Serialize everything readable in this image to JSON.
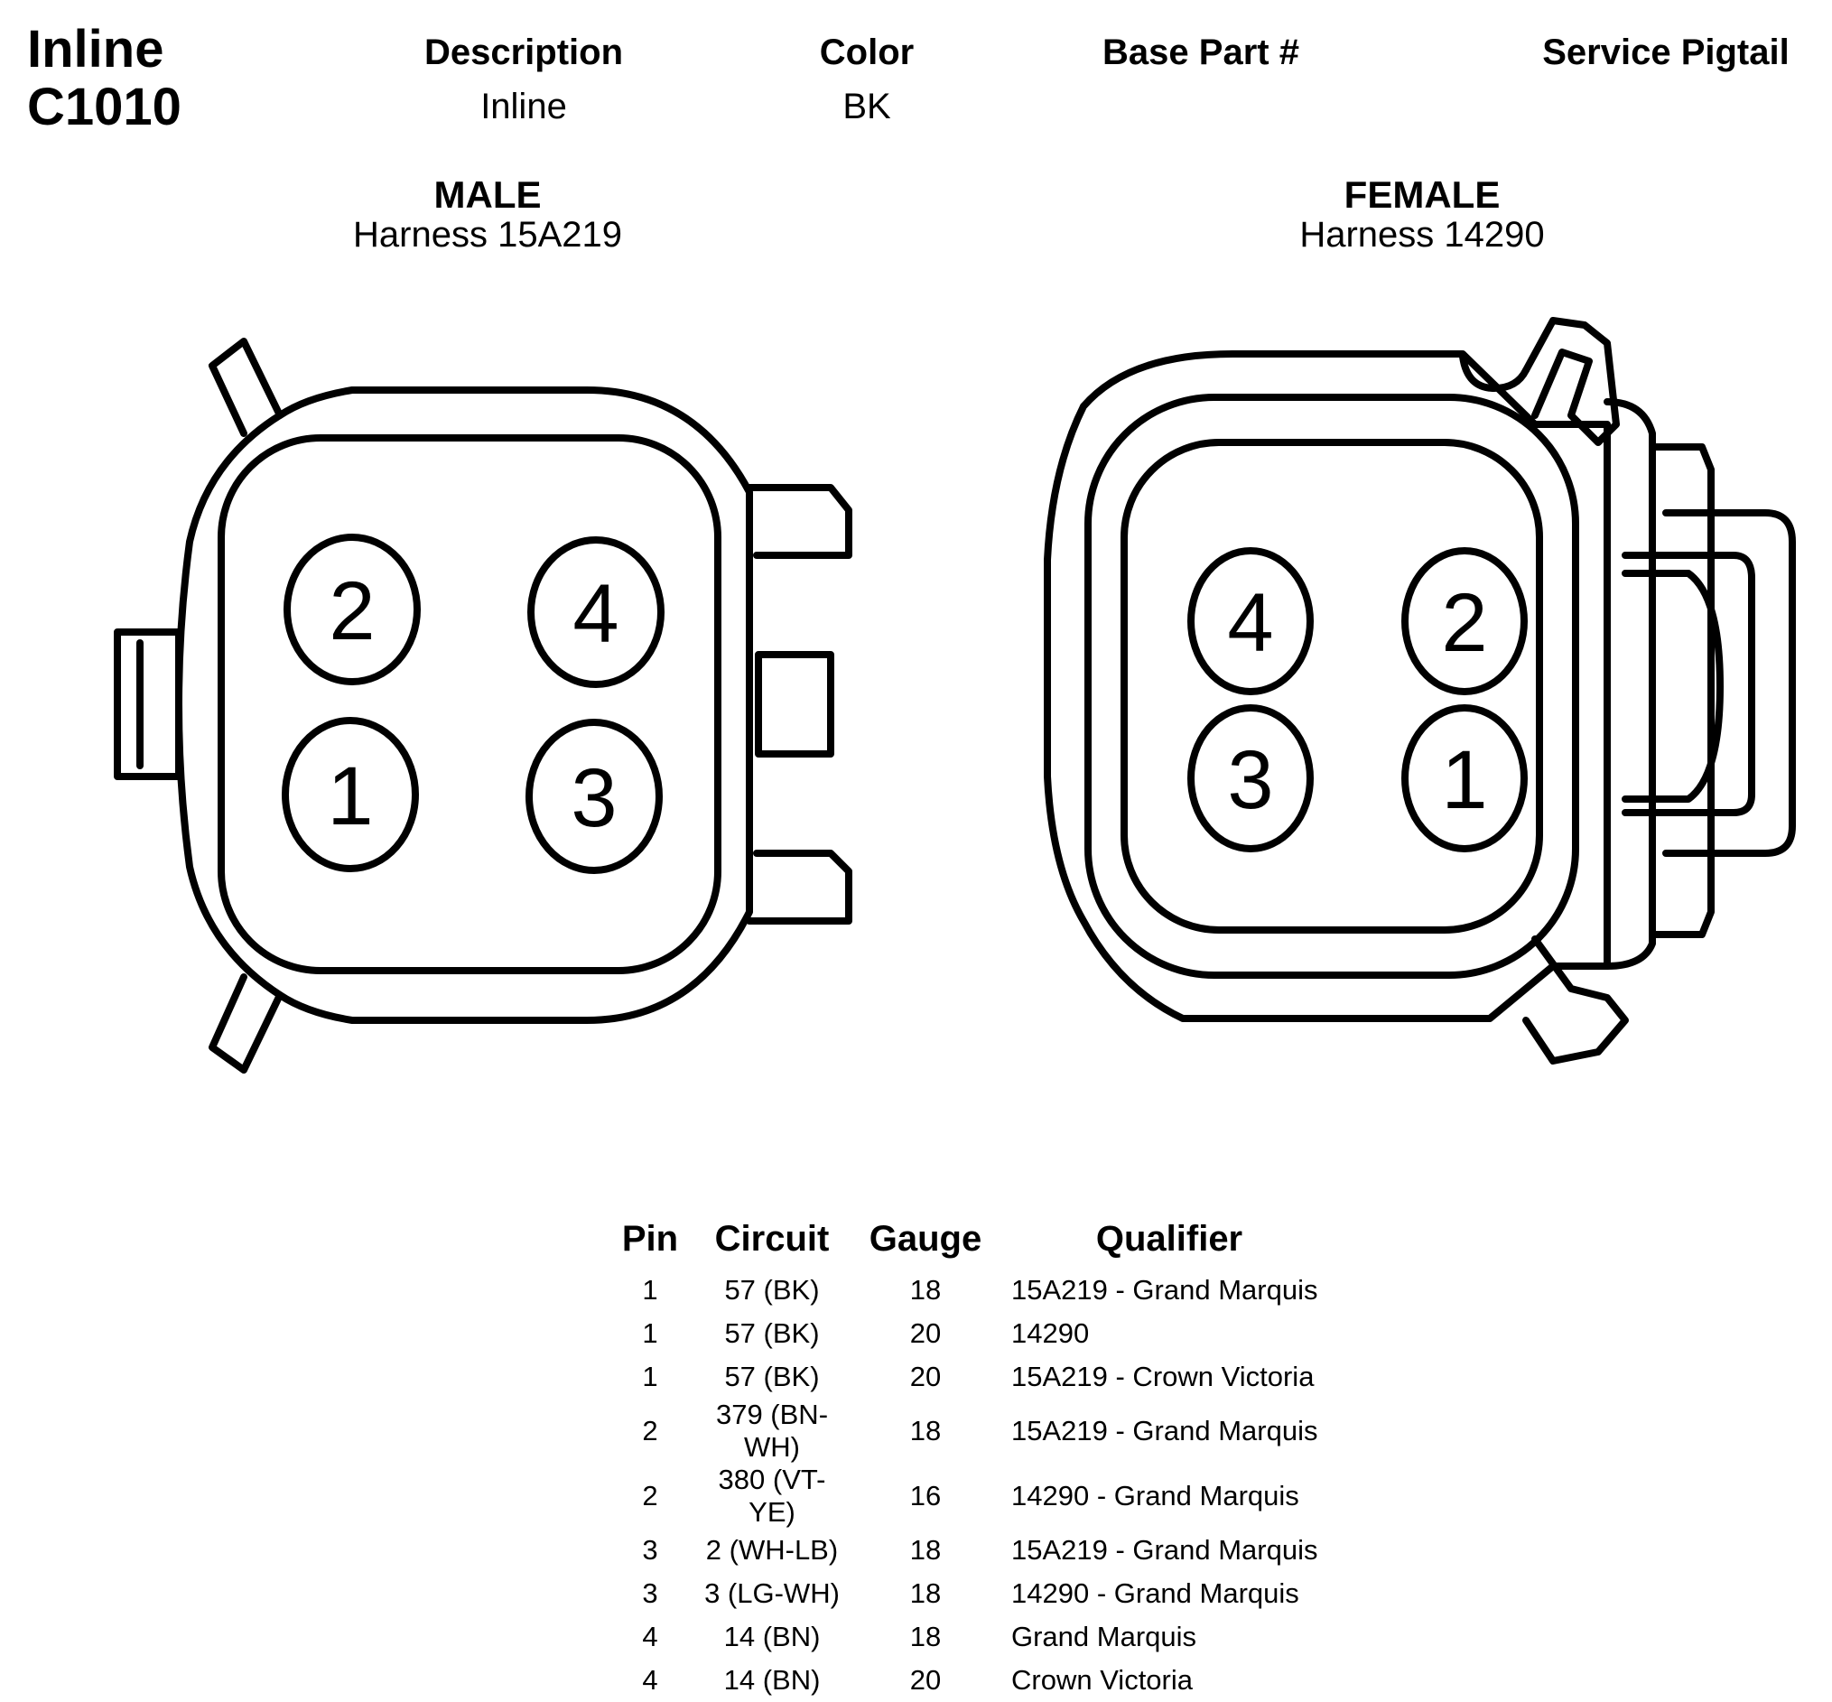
{
  "connector": {
    "type": "Inline",
    "id": "C1010"
  },
  "headers": {
    "description_label": "Description",
    "color_label": "Color",
    "base_part_label": "Base Part #",
    "service_pigtail_label": "Service Pigtail",
    "description_value": "Inline",
    "color_value": "BK",
    "base_part_value": "",
    "service_pigtail_value": ""
  },
  "male": {
    "title": "MALE",
    "harness": "Harness 15A219",
    "pins": {
      "top_left": "2",
      "top_right": "4",
      "bottom_left": "1",
      "bottom_right": "3"
    }
  },
  "female": {
    "title": "FEMALE",
    "harness": "Harness 14290",
    "pins": {
      "top_left": "4",
      "top_right": "2",
      "bottom_left": "3",
      "bottom_right": "1"
    }
  },
  "table": {
    "columns": [
      "Pin",
      "Circuit",
      "Gauge",
      "Qualifier"
    ],
    "rows": [
      {
        "pin": "1",
        "circuit": "57 (BK)",
        "gauge": "18",
        "qualifier": "15A219 - Grand Marquis"
      },
      {
        "pin": "1",
        "circuit": "57 (BK)",
        "gauge": "20",
        "qualifier": "14290"
      },
      {
        "pin": "1",
        "circuit": "57 (BK)",
        "gauge": "20",
        "qualifier": "15A219 - Crown Victoria"
      },
      {
        "pin": "2",
        "circuit": "379 (BN-WH)",
        "gauge": "18",
        "qualifier": "15A219 - Grand Marquis"
      },
      {
        "pin": "2",
        "circuit": "380 (VT-YE)",
        "gauge": "16",
        "qualifier": "14290 - Grand Marquis"
      },
      {
        "pin": "3",
        "circuit": "2 (WH-LB)",
        "gauge": "18",
        "qualifier": "15A219 - Grand Marquis"
      },
      {
        "pin": "3",
        "circuit": "3 (LG-WH)",
        "gauge": "18",
        "qualifier": "14290 - Grand Marquis"
      },
      {
        "pin": "4",
        "circuit": "14 (BN)",
        "gauge": "18",
        "qualifier": "Grand Marquis"
      },
      {
        "pin": "4",
        "circuit": "14 (BN)",
        "gauge": "20",
        "qualifier": "Crown Victoria"
      }
    ]
  }
}
